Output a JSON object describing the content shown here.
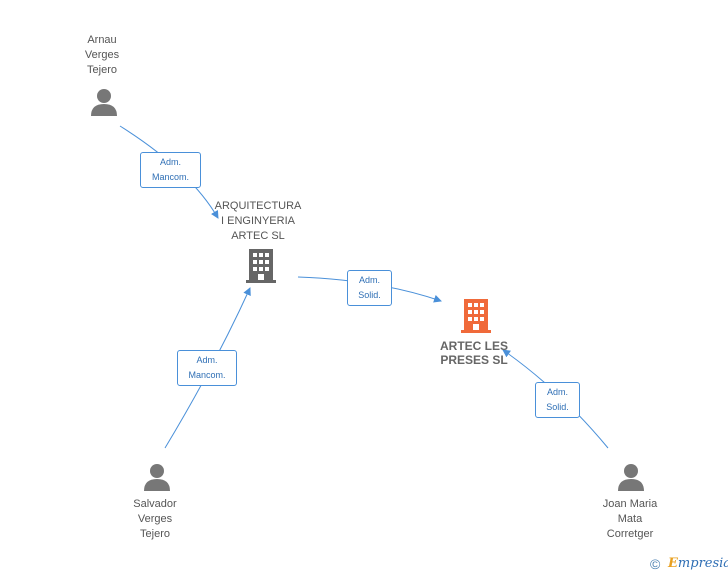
{
  "people": {
    "arnau": {
      "name": "Arnau\nVerges\nTejero"
    },
    "salvador": {
      "name": "Salvador\nVerges\nTejero"
    },
    "joan": {
      "name": "Joan Maria\nMata\nCorretger"
    }
  },
  "companies": {
    "arquitectura": {
      "name": "ARQUITECTURA\nI ENGINYERIA\nARTEC SL"
    },
    "artec_les_preses": {
      "name": "ARTEC LES\nPRESES SL",
      "highlight": "#f06a3a"
    }
  },
  "relations": {
    "arnau_to_arquitectura": {
      "label": "Adm.\nMancom."
    },
    "salvador_to_arquitectura": {
      "label": "Adm.\nMancom."
    },
    "arquitectura_to_artec": {
      "label": "Adm.\nSolid."
    },
    "joan_to_artec": {
      "label": "Adm.\nSolid."
    }
  },
  "footer": {
    "copyright_symbol": "©",
    "brand_initial": "E",
    "brand_rest": "mpresia"
  },
  "colors": {
    "link": "#4a90d9",
    "person_icon": "#777777",
    "company_icon": "#666666",
    "focus_company_icon": "#f06a3a"
  }
}
